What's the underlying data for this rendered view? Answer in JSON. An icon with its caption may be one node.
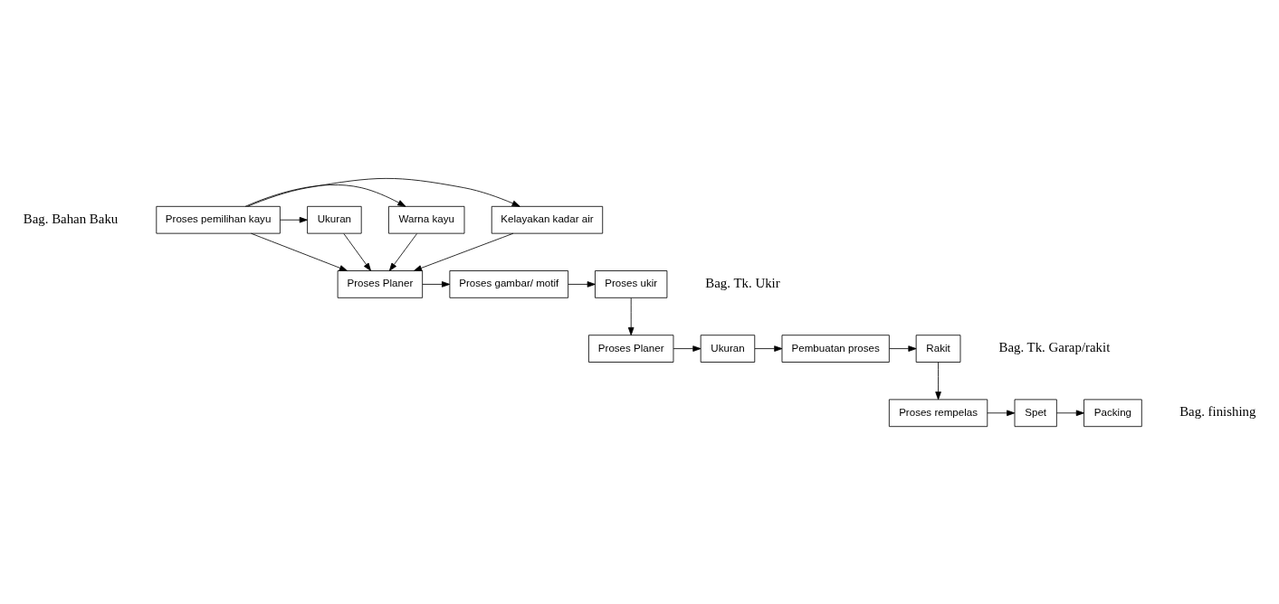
{
  "diagram": {
    "nodes": [
      {
        "text": [
          "Proses pemilihan kayu"
        ]
      },
      {
        "text": [
          "Kelayakan kadar air"
        ]
      },
      {
        "text": [
          "Warna kayu"
        ]
      },
      {
        "text": [
          "Ukuran"
        ]
      },
      {
        "text": [
          "Proses Planer"
        ]
      },
      {
        "text": [
          "Proses gambar/ motif"
        ]
      },
      {
        "text": [
          "Proses ukir"
        ]
      },
      {
        "text": [
          "Proses Planer"
        ]
      },
      {
        "text": [
          "Ukuran"
        ]
      },
      {
        "text": [
          "Pembuatan proses"
        ]
      },
      {
        "text": [
          "Rakit"
        ]
      },
      {
        "text": [
          "Proses rempelas"
        ]
      },
      {
        "text": [
          "Spet"
        ]
      },
      {
        "text": [
          "Packing"
        ]
      }
    ],
    "edges": [
      {
        "from": 0,
        "to": 1,
        "arrow": "to"
      },
      {
        "from": 0,
        "to": 2,
        "arrow": "to"
      },
      {
        "from": 0,
        "to": 3,
        "arrow": "to"
      },
      {
        "from": 1,
        "to": 4,
        "arrow": "to"
      },
      {
        "from": 2,
        "to": 4,
        "arrow": "to"
      },
      {
        "from": 3,
        "to": 4,
        "arrow": "to"
      },
      {
        "from": 0,
        "to": 4,
        "arrow": "to"
      },
      {
        "from": 4,
        "to": 5,
        "arrow": "to"
      },
      {
        "from": 5,
        "to": 6,
        "arrow": "to"
      },
      {
        "from": 6,
        "to": 7,
        "arrow": "to"
      },
      {
        "from": 7,
        "to": 8,
        "arrow": "to"
      },
      {
        "from": 8,
        "to": 9,
        "arrow": "to"
      },
      {
        "from": 9,
        "to": 10,
        "arrow": "to"
      },
      {
        "from": 10,
        "to": 11,
        "arrow": "to"
      },
      {
        "from": 11,
        "to": 12,
        "arrow": "to"
      },
      {
        "from": 12,
        "to": 13,
        "arrow": "to"
      }
    ],
    "labels": [
      "Bag. Bahan Baku",
      "Bag. Tk. Ukir",
      "Bag. Tk. Garap/rakit",
      "Bag. finishing"
    ]
  }
}
